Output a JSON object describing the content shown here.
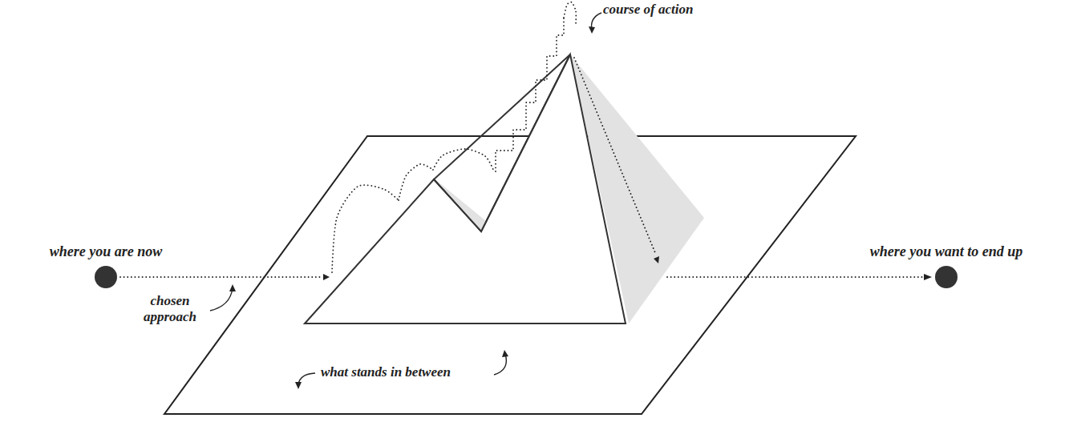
{
  "diagram": {
    "nodes": [
      {
        "text": [
          "where you are now"
        ]
      },
      {
        "text": [
          "where you want to end up"
        ]
      }
    ],
    "edges": [
      {
        "from": 0,
        "to": 1,
        "arrow": "to"
      }
    ],
    "labels": [
      "chosen approach",
      "course of action",
      "what stands in between"
    ]
  }
}
